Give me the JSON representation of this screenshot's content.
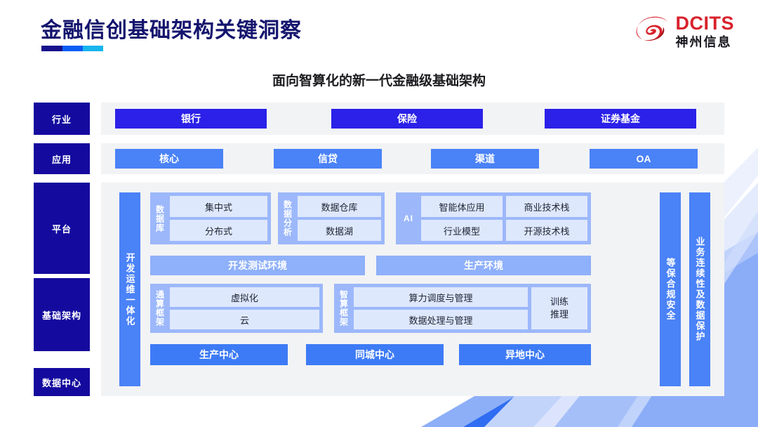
{
  "header": {
    "title": "金融信创基础架构关键洞察",
    "logo": {
      "mark": "dcits-swoosh-icon",
      "en": "DCITS",
      "cn": "神州信息"
    }
  },
  "subtitle": "面向智算化的新一代金融级基础架构",
  "colors": {
    "navy": "#140a9e",
    "indigo": "#2b21e8",
    "blue": "#4a82f7",
    "blue_mid": "#9cb8fb",
    "blue_light": "#dee8fd",
    "panel_bg": "#f2f3f5",
    "brand_red": "#d8222c",
    "title_navy": "#14146e"
  },
  "layers": {
    "industry": {
      "label": "行业",
      "items": [
        "银行",
        "保险",
        "证券基金"
      ]
    },
    "application": {
      "label": "应用",
      "items": [
        "核心",
        "信贷",
        "渠道",
        "OA"
      ]
    },
    "platform": {
      "label": "平台"
    },
    "infrastructure": {
      "label": "基础架构"
    },
    "datacenter": {
      "label": "数据中心"
    }
  },
  "side_bars": {
    "devops": "开发运维一体化",
    "compliance": "等保合规安全",
    "continuity": "业务连续性及数据保护"
  },
  "platform": {
    "database": {
      "caption": "数据库",
      "cells": [
        "集中式",
        "分布式"
      ]
    },
    "analytics": {
      "caption": "数据分析",
      "cells": [
        "数据仓库",
        "数据湖"
      ]
    },
    "ai": {
      "caption": "AI",
      "left_cells": [
        "智能体应用",
        "行业模型"
      ],
      "right_cells": [
        "商业技术栈",
        "开源技术栈"
      ]
    },
    "environments": [
      "开发测试环境",
      "生产环境"
    ]
  },
  "infrastructure": {
    "general_framework": {
      "caption": "通算框架",
      "cells": [
        "虚拟化",
        "云"
      ]
    },
    "smart_framework": {
      "caption": "智算框架",
      "cells": [
        "算力调度与管理",
        "数据处理与管理"
      ],
      "side_cell": "训练\n推理",
      "side_line1": "训练",
      "side_line2": "推理"
    }
  },
  "datacenter": {
    "centers": [
      "生产中心",
      "同城中心",
      "异地中心"
    ]
  }
}
